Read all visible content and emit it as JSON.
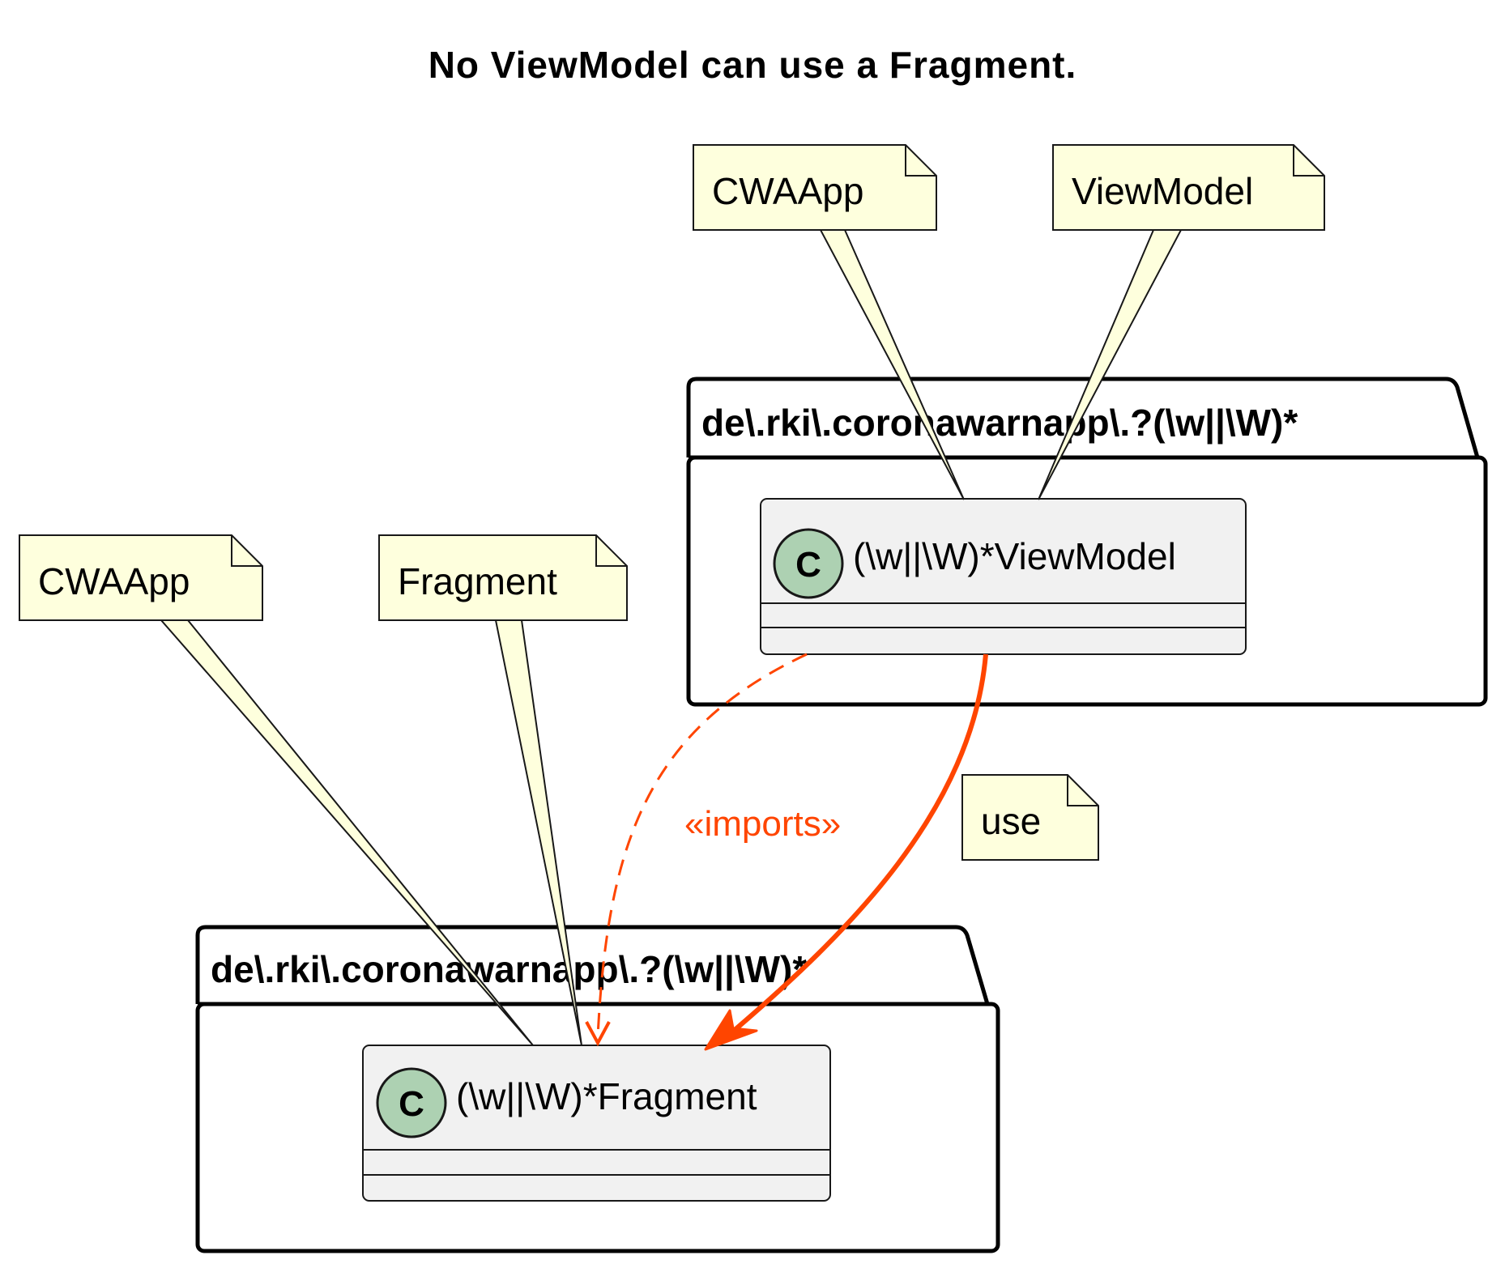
{
  "title": "No ViewModel can use a Fragment.",
  "colors": {
    "note_fill": "#FEFFDD",
    "class_fill": "#F1F1F1",
    "class_icon_fill": "#ADD1B2",
    "edge": "#FF4500"
  },
  "packages": {
    "viewmodel_pkg": {
      "name": "de\\.rki\\.coronawarnapp\\.?(\\w||\\W)*"
    },
    "fragment_pkg": {
      "name": "de\\.rki\\.coronawarnapp\\.?(\\w||\\W)*"
    }
  },
  "classes": {
    "viewmodel": {
      "stereotype_letter": "C",
      "name": "(\\w||\\W)*ViewModel"
    },
    "fragment": {
      "stereotype_letter": "C",
      "name": "(\\w||\\W)*Fragment"
    }
  },
  "notes": {
    "vm_cwaapp": "CWAApp",
    "vm_viewmodel": "ViewModel",
    "fr_cwaapp": "CWAApp",
    "fr_fragment": "Fragment",
    "use": "use"
  },
  "edges": {
    "imports_label": "«imports»"
  }
}
